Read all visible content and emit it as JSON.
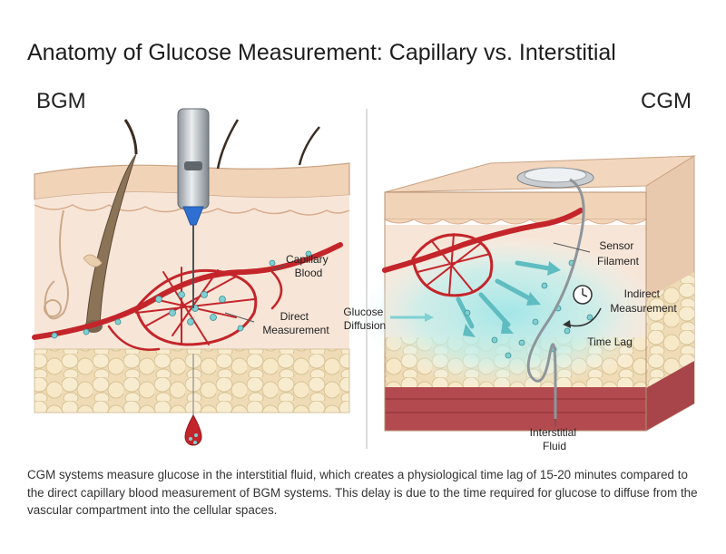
{
  "title": "Anatomy of Glucose Measurement: Capillary vs. Interstitial",
  "panels": {
    "left": {
      "label": "BGM",
      "annotations": {
        "capillary_blood": [
          "Capillary",
          "Blood"
        ],
        "direct_measurement": [
          "Direct",
          "Measurement"
        ]
      }
    },
    "right": {
      "label": "CGM",
      "annotations": {
        "sensor_filament": [
          "Sensor",
          "Filament"
        ],
        "indirect_measurement": [
          "Indirect",
          "Measurement"
        ],
        "time_lag": "Time Lag",
        "interstitial_fluid": [
          "Interstitial",
          "Fluid"
        ]
      }
    },
    "center": {
      "glucose_diffusion": [
        "Glucose",
        "Diffusion"
      ]
    }
  },
  "caption": "CGM systems measure glucose in the interstitial fluid, which creates a physiological time lag of 15-20 minutes compared to the direct capillary blood measurement of BGM systems. This delay is due to the time required for glucose to diffuse from the vascular compartment into the cellular spaces.",
  "colors": {
    "skin": "#f3d7bf",
    "dermis": "#f6e4d4",
    "fat": "#f2e2c0",
    "vessel": "#c4252a",
    "glucose": "#7fd0d3",
    "interstitial": "#b8ecec"
  }
}
